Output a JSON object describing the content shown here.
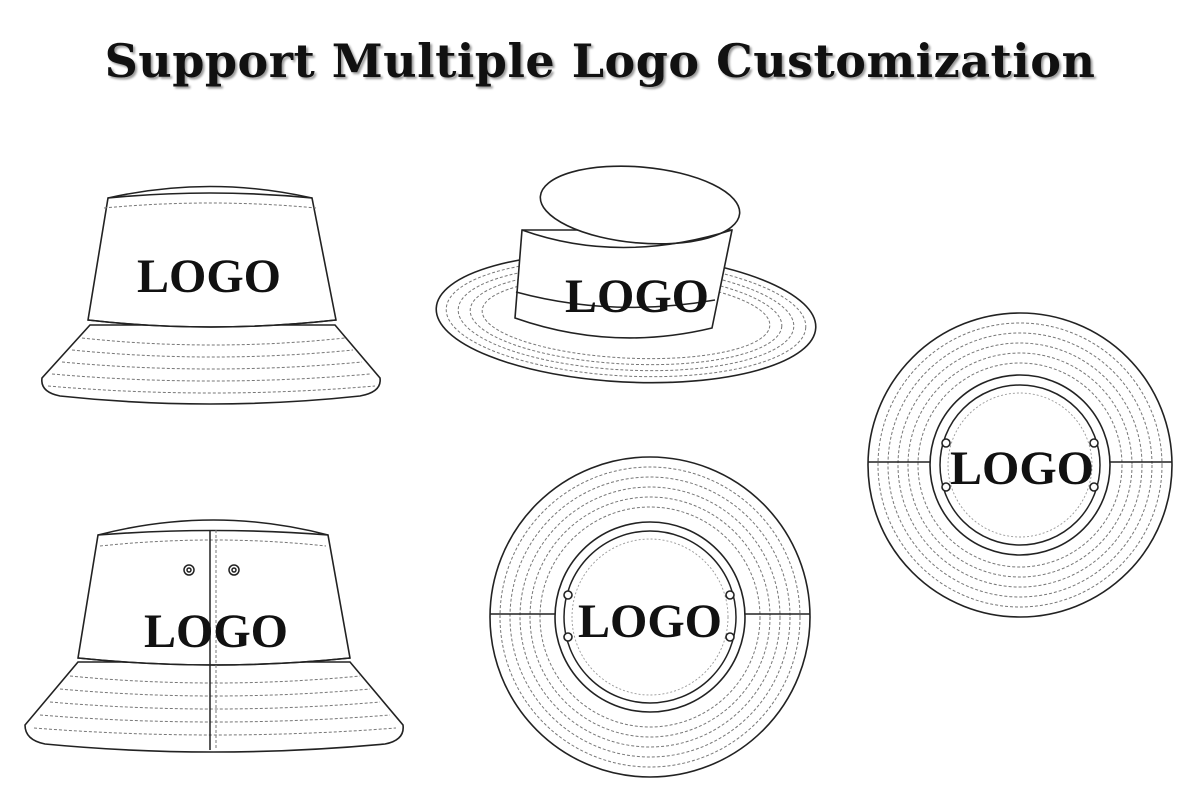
{
  "title": "Support Multiple Logo Customization",
  "hats": [
    {
      "view": "bucket-front",
      "logo": "LOGO"
    },
    {
      "view": "wide-brim-angled",
      "logo": "LOGO"
    },
    {
      "view": "top-down-small",
      "logo": "LOGO"
    },
    {
      "view": "bucket-back",
      "logo": "LOGO"
    },
    {
      "view": "top-down-large",
      "logo": "LOGO"
    }
  ],
  "colors": {
    "ink": "#111111",
    "background": "#ffffff",
    "stitch": "#777777"
  }
}
